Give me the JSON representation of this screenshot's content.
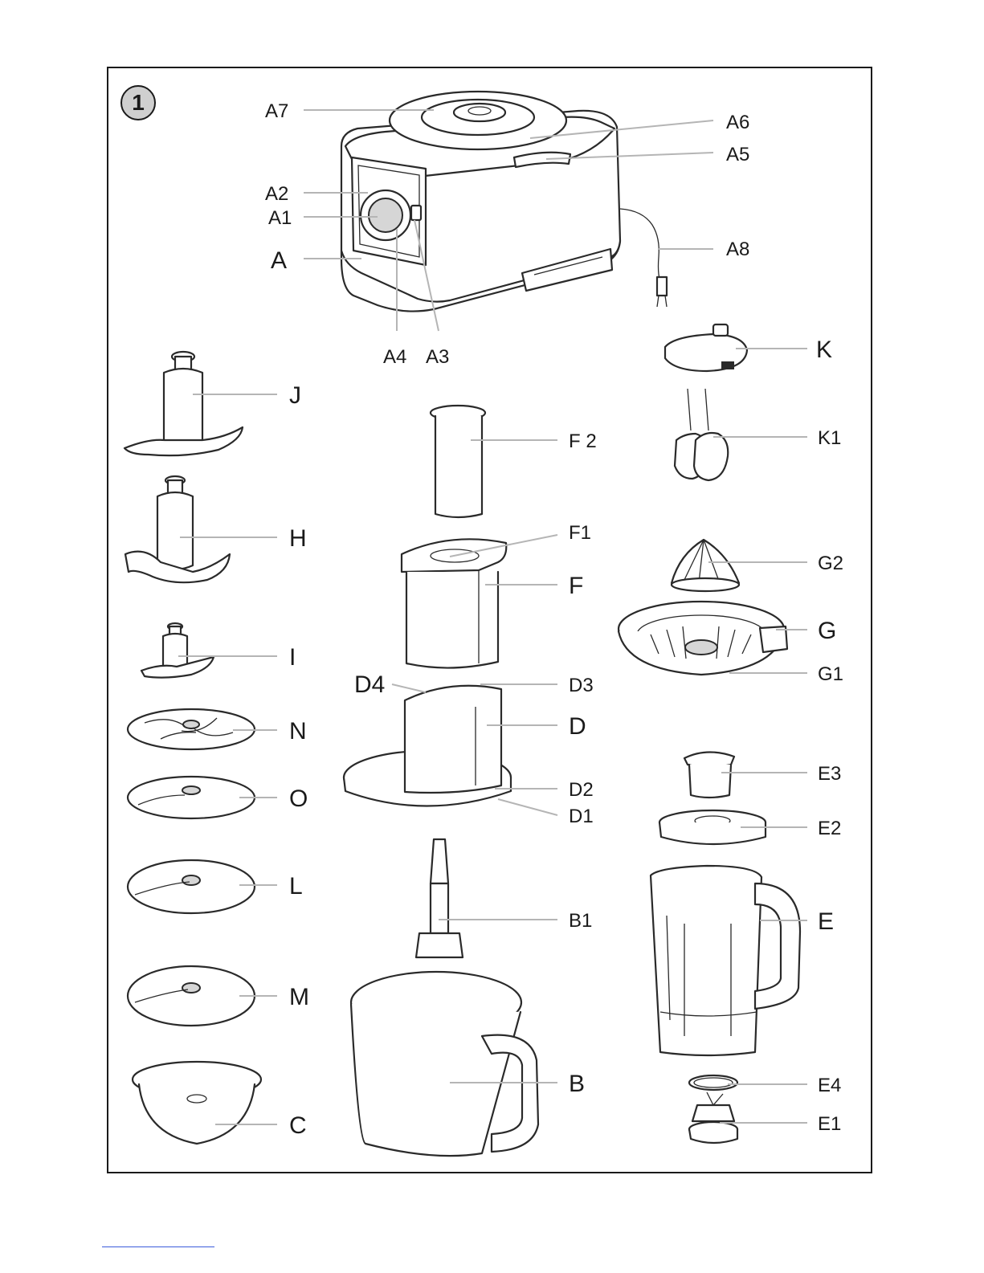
{
  "figure": {
    "number": "1",
    "labels": {
      "A7": "A7",
      "A6": "A6",
      "A5": "A5",
      "A2": "A2",
      "A1": "A1",
      "A": "A",
      "A8": "A8",
      "A4": "A4",
      "A3": "A3",
      "K": "K",
      "K1": "K1",
      "J": "J",
      "H": "H",
      "I": "I",
      "N": "N",
      "O": "O",
      "L": "L",
      "M": "M",
      "C": "C",
      "F2": "F 2",
      "F1": "F1",
      "F": "F",
      "D4": "D4",
      "D3": "D3",
      "D": "D",
      "D2": "D2",
      "D1": "D1",
      "B1": "B1",
      "B": "B",
      "G2": "G2",
      "G": "G",
      "G1": "G1",
      "E3": "E3",
      "E2": "E2",
      "E": "E",
      "E4": "E4",
      "E1": "E1"
    }
  },
  "colors": {
    "stroke": "#2a2a2a",
    "leader": "#b5b5b5",
    "badge": "#cfcfcf"
  }
}
